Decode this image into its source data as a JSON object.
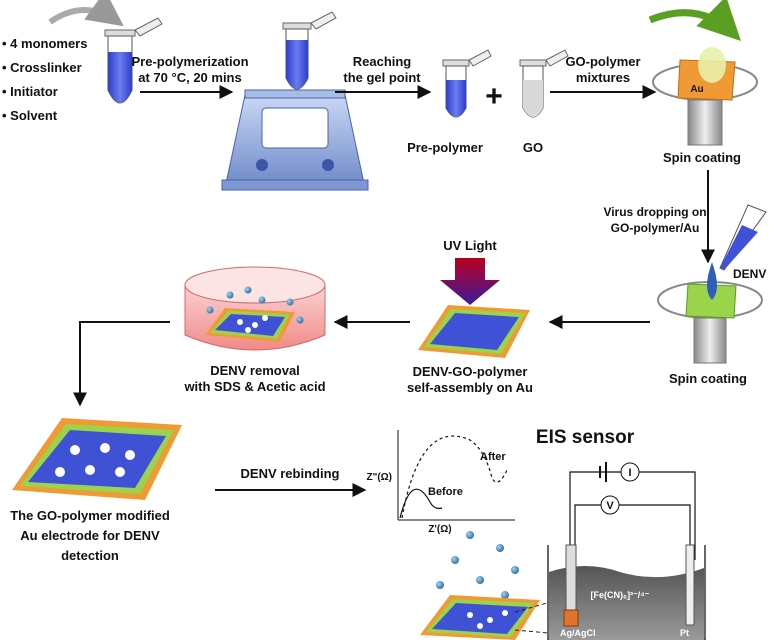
{
  "ingredients": {
    "items": [
      "• 4 monomers",
      "• Crosslinker",
      "• Initiator",
      "• Solvent"
    ]
  },
  "steps": {
    "prepolymerization": [
      "Pre-polymerization",
      "at 70 °C, 20 mins"
    ],
    "gel_point": [
      "Reaching",
      "the gel point"
    ],
    "prepolymer": "Pre-polymer",
    "plus": "+",
    "go": "GO",
    "go_mixtures": [
      "GO-polymer",
      "mixtures"
    ],
    "au": "Au",
    "spin_coating_1": "Spin coating",
    "virus_dropping": [
      "Virus dropping on",
      "GO-polymer/Au"
    ],
    "denv": "DENV",
    "spin_coating_2": "Spin coating",
    "uv_light": "UV Light",
    "self_assembly": [
      "DENV-GO-polymer",
      "self-assembly on Au"
    ],
    "denv_removal": [
      "DENV removal",
      "with SDS & Acetic acid"
    ],
    "modified_electrode": [
      "The GO-polymer modified",
      "Au electrode  for DENV",
      "detection"
    ],
    "denv_rebinding": "DENV rebinding"
  },
  "eis": {
    "title": "EIS sensor",
    "ylabel": "Z\"(Ω)",
    "xlabel": "Z'(Ω)",
    "before": "Before",
    "after": "After",
    "current_symbol": "I",
    "voltage_symbol": "V",
    "electrolyte": "[Fe(CN)₆]³⁻/⁴⁻",
    "reference_electrode": "Ag/AgCl",
    "counter_electrode": "Pt"
  },
  "colors": {
    "polymer_blue": "#3f52d6",
    "tube_liquid": "#4a5de0",
    "green_layer": "#9bd34a",
    "orange_layer": "#f09a35",
    "arrow": "#111111",
    "virus": "#3a86b8",
    "uv_top": "#b8001f",
    "uv_bottom": "#3d1a9e",
    "curved_arrow_green": "#5a9e22"
  }
}
